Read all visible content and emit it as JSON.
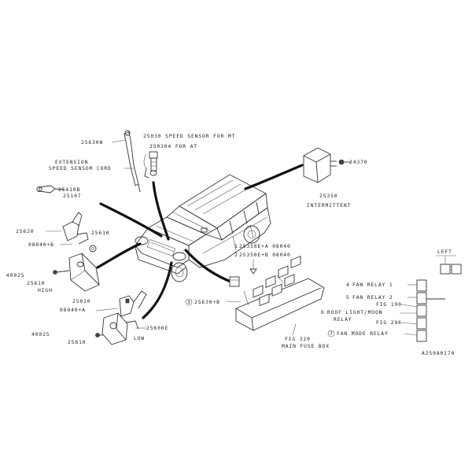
{
  "labels": {
    "part_top_left": "25630N",
    "speed_sensor_at": "25030 SPEED SENSOR FOR MT",
    "speed_sensor_sub": "250304 FOR AT",
    "ext_speed_sensor_1": "EXTENSION",
    "ext_speed_sensor_2": "SPEED SENSOR CORD",
    "part_grommet_1": "25410B",
    "part_grommet_2": "25107",
    "part_screw": "24370",
    "relay_code": "25350",
    "relay_name": "INTERMITTENT",
    "horn_upper_1": "25620",
    "horn_upper_2": "25610",
    "horn_upper_3": "08040+B",
    "horn_left_1": "40025",
    "horn_left_2": "25610",
    "horn_left_3": "HIGH",
    "horn_lower_1": "25020",
    "horn_lower_2": "08040+A",
    "horn_lower_3": "40025",
    "horn_lower_4": "25610",
    "horn_lower_5": "LOW",
    "horn_lower_6": "25600E",
    "box_part_1": "25350E+A 08040",
    "box_part_2": "25350E+B 08040",
    "box_part_3": "25630+B",
    "fig_title": "FIG 320",
    "fig_sub": "MAIN FUSE BOX",
    "legend_title": "LEFT",
    "legend_1": "FAN RELAY 1",
    "legend_2": "FAN RELAY 2",
    "legend_3": "FIG 190",
    "legend_4": "ROOF LIGHT/MOON",
    "legend_5": "RELAY",
    "legend_6": "FIG 296",
    "legend_7": "FAN MODE RELAY",
    "ref_code": "A250A0170"
  },
  "callouts": {
    "c1": "1",
    "c2": "2",
    "c3": "3",
    "c4": "4",
    "c5": "5",
    "c6": "6",
    "c7": "7"
  }
}
